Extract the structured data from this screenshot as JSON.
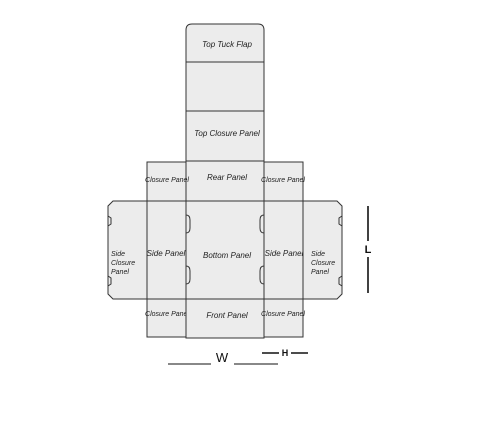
{
  "labels": {
    "top_tuck_flap": "Top Tuck Flap",
    "top_closure_panel": "Top Closure Panel",
    "rear_panel": "Rear Panel",
    "closure_panel_top_left": "Closure Panel",
    "closure_panel_top_right": "Closure Panel",
    "side_closure_panel_left": [
      "Side",
      "Closure",
      "Panel"
    ],
    "side_panel_left": "Side Panel",
    "bottom_panel": "Bottom Panel",
    "side_panel_right": "Side Panel",
    "side_closure_panel_right": [
      "Side",
      "Closure",
      "Panel"
    ],
    "closure_panel_bottom_left": "Closure Panel",
    "front_panel": "Front Panel",
    "closure_panel_bottom_right": "Closure Panel"
  },
  "dimensions": {
    "width": "W",
    "height": "H",
    "length": "L"
  }
}
